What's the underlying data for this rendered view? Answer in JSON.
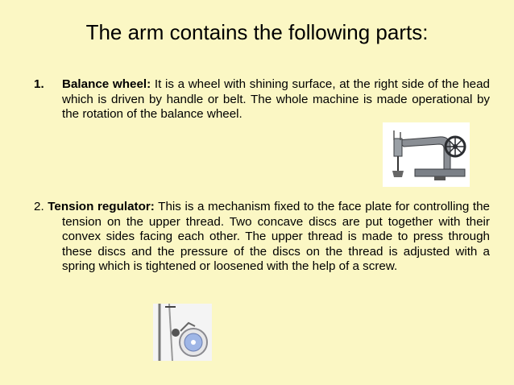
{
  "slide": {
    "title": "The arm contains the following parts:",
    "items": [
      {
        "number": "1.",
        "term": "Balance wheel:",
        "text": " It is a wheel with shining surface, at the right side of the head which is driven by handle or belt. The whole machine is made operational by the rotation of the balance wheel."
      },
      {
        "number": "2. ",
        "term": "Tension regulator:",
        "text": "  This is a mechanism fixed to the face plate for controlling the tension on the upper thread. Two concave discs are put together with their convex sides facing each other. The upper thread is made to press through these discs and the pressure of the discs on the thread is adjusted with a spring which is tightened or loosened with the help of a screw."
      }
    ]
  }
}
